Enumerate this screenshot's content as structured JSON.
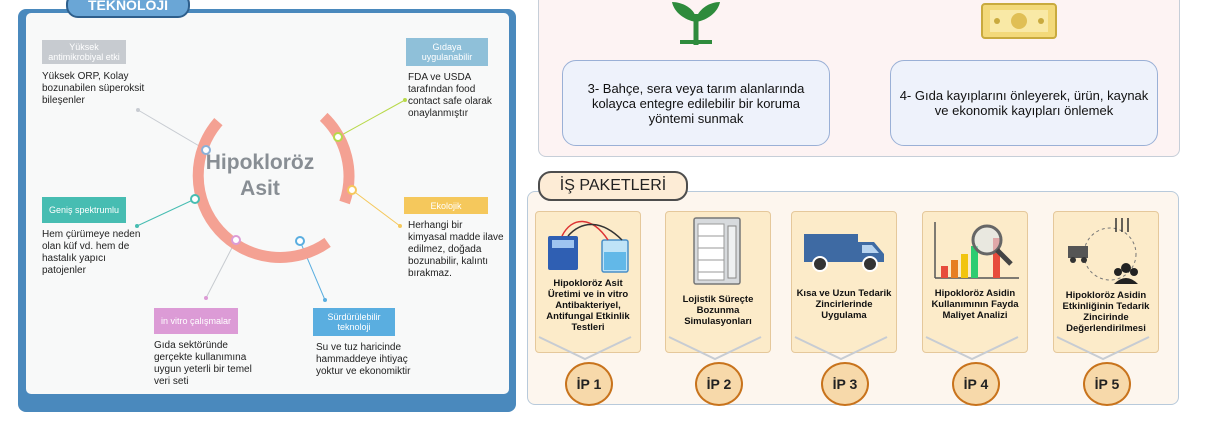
{
  "left": {
    "tab_label": "TEKNOLOJİ",
    "center_title": "Hipokloröz Asit",
    "features": [
      {
        "badge": "Yüksek antimikrobiyal etki",
        "desc": "Yüksek ORP, Kolay bozunabilen süperoksit bileşenler",
        "color": "#c7cbd0"
      },
      {
        "badge": "Gıdaya uygulanabilir",
        "desc": "FDA ve USDA tarafından food contact safe olarak onaylanmıştır",
        "color": "#8fc0d9"
      },
      {
        "badge": "Geniş spektrumlu",
        "desc": "Hem çürümeye neden olan küf vd. hem de hastalık yapıcı patojenler",
        "color": "#47bdb2"
      },
      {
        "badge": "Ekolojik",
        "desc": "Herhangi bir kimyasal madde ilave edilmez, doğada bozunabilir, kalıntı bırakmaz.",
        "color": "#f5c85c"
      },
      {
        "badge": "in vitro çalışmalar",
        "desc": "Gıda sektöründe gerçekte kullanımına uygun yeterli bir temel veri seti",
        "color": "#dc9bd6"
      },
      {
        "badge": "Sürdürülebilir teknoloji",
        "desc": "Su ve tuz haricinde hammaddeye ihtiyaç yoktur ve ekonomiktir",
        "color": "#5aaee0"
      }
    ]
  },
  "goals": [
    {
      "text": "3- Bahçe, sera veya tarım alanlarında kolayca entegre edilebilir bir koruma yöntemi sunmak",
      "icon": "plant-icon"
    },
    {
      "text": "4- Gıda kayıplarını önleyerek, ürün, kaynak ve ekonomik kayıpları önlemek",
      "icon": "money-icon"
    }
  ],
  "work_packages": {
    "title": "İŞ PAKETLERİ",
    "items": [
      {
        "label": "Hipokloröz Asit Üretimi ve in vitro Antibakteriyel, Antifungal Etkinlik Testleri",
        "code": "İP 1",
        "icon": "electrolysis-machine-icon"
      },
      {
        "label": "Lojistik Süreçte Bozunma Simulasyonları",
        "code": "İP 2",
        "icon": "cold-storage-cabinet-icon"
      },
      {
        "label": "Kısa ve Uzun Tedarik Zincirlerinde Uygulama",
        "code": "İP 3",
        "icon": "delivery-van-icon"
      },
      {
        "label": "Hipokloröz Asidin Kullanımının Fayda Maliyet Analizi",
        "code": "İP 4",
        "icon": "chart-magnifier-icon"
      },
      {
        "label": "Hipokloröz Asidin Etkinliğinin Tedarik Zincirinde Değerlendirilmesi",
        "code": "İP 5",
        "icon": "supply-chain-icon"
      }
    ]
  }
}
